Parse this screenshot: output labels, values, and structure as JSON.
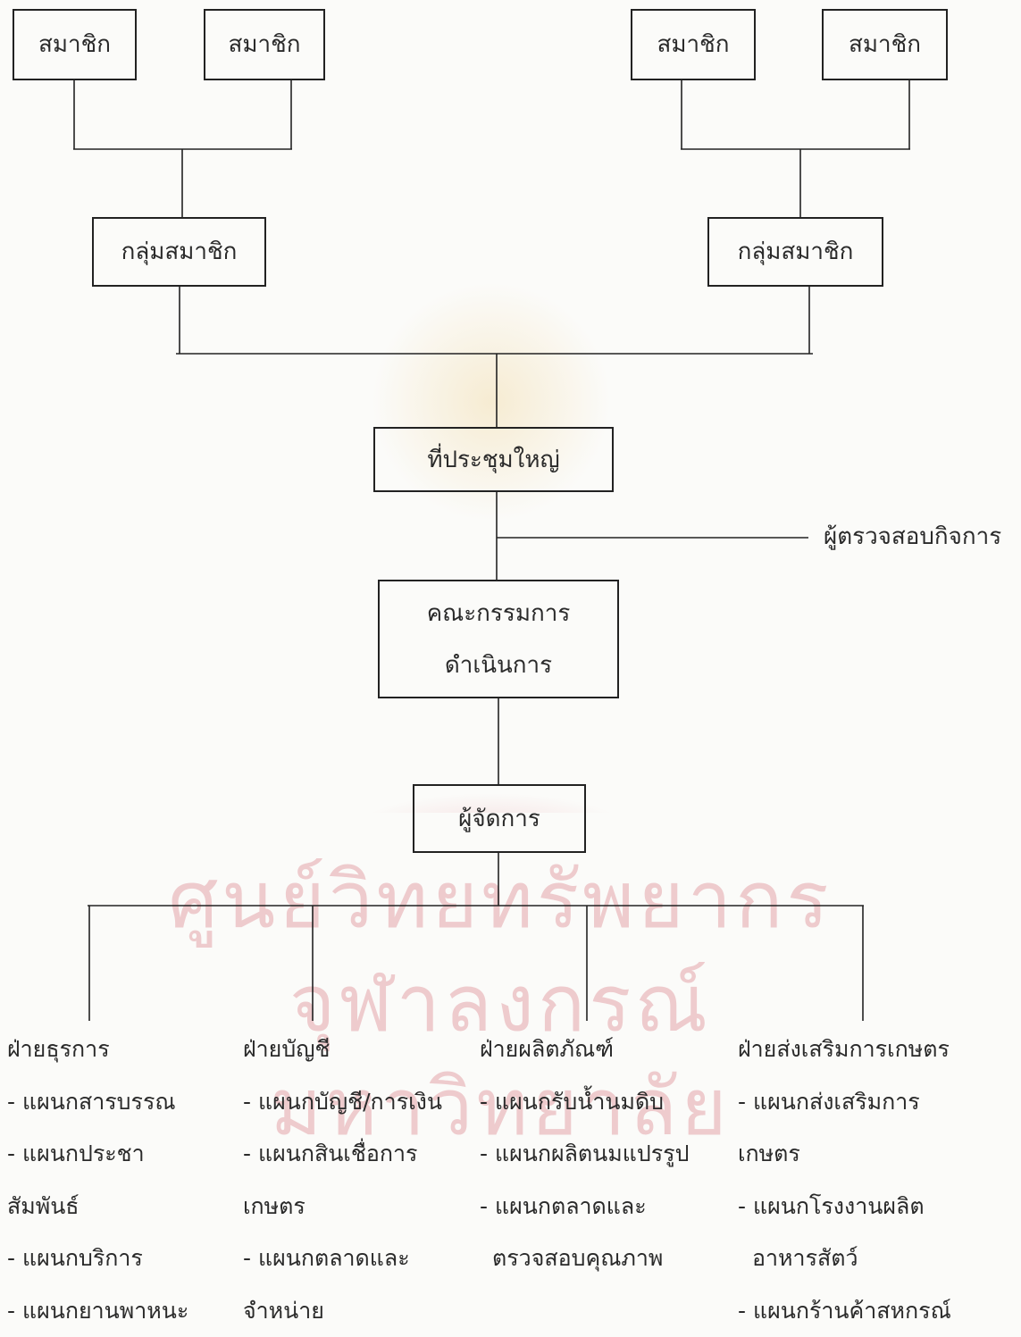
{
  "watermark": {
    "line1": "ศูนย์วิทยทรัพยากร",
    "line2": "จุฬาลงกรณ์มหาวิทยาลัย"
  },
  "nodes": {
    "member_1": "สมาชิก",
    "member_2": "สมาชิก",
    "member_3": "สมาชิก",
    "member_4": "สมาชิก",
    "group_left": "กลุ่มสมาชิก",
    "group_right": "กลุ่มสมาชิก",
    "general_meeting": "ที่ประชุมใหญ่",
    "auditor": "ผู้ตรวจสอบกิจการ",
    "board_line1": "คณะกรรมการ",
    "board_line2": "ดำเนินการ",
    "manager": "ผู้จัดการ"
  },
  "departments": [
    {
      "title": "ฝ่ายธุรการ",
      "lines": [
        "- แผนกสารบรรณ",
        "- แผนกประชา",
        "สัมพันธ์",
        "- แผนกบริการ",
        "- แผนกยานพาหนะ"
      ]
    },
    {
      "title": "ฝ่ายบัญชี",
      "lines": [
        "- แผนกบัญชี/การเงิน",
        "- แผนกสินเชื่อการ",
        "เกษตร",
        "- แผนกตลาดและ",
        "จำหน่าย"
      ]
    },
    {
      "title": "ฝ่ายผลิตภัณฑ์",
      "lines": [
        "- แผนกรับน้ำนมดิบ",
        "- แผนกผลิตนมแปรรูป",
        "- แผนกตลาดและ",
        "ตรวจสอบคุณภาพ"
      ]
    },
    {
      "title": "ฝ่ายส่งเสริมการเกษตร",
      "lines": [
        "- แผนกส่งเสริมการ",
        "เกษตร",
        "- แผนกโรงงานผลิต",
        "อาหารสัตว์",
        "- แผนกร้านค้าสหกรณ์"
      ]
    }
  ]
}
